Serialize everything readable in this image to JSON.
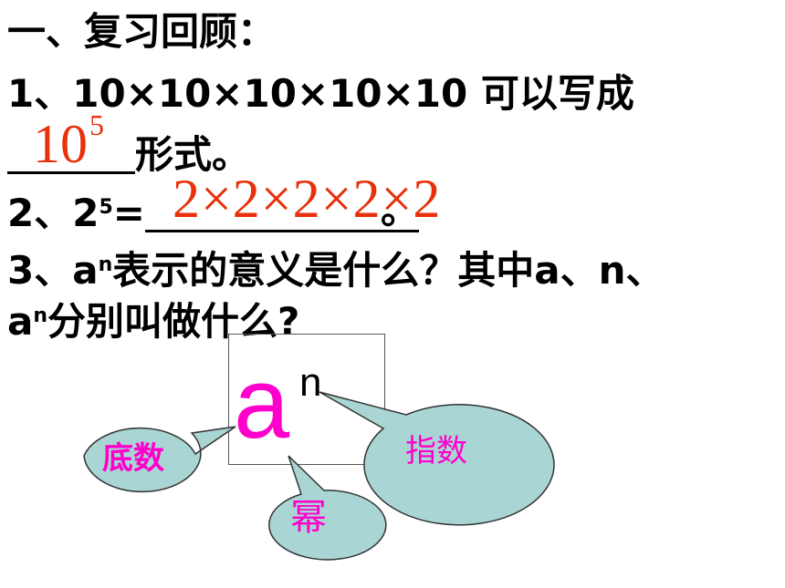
{
  "heading": "一、复习回顾：",
  "q1": {
    "prefix": "1、10×10×10×10×10 可以写成",
    "answer_base": "10",
    "answer_exp": "5",
    "suffix": "形式。"
  },
  "q2": {
    "lhs_base": "2、2",
    "lhs_exp": "5",
    "equals": "=",
    "answer": "2×2×2×2×2",
    "end": "。"
  },
  "q3": {
    "line1_a": "3、a",
    "line1_n": "n",
    "line1_rest": "表示的意义是什么？其中a、n、",
    "line2_a": "a",
    "line2_n": "n",
    "line2_rest": "分别叫做什么?"
  },
  "diagram": {
    "base": "a",
    "exponent": "n",
    "label_base": "底数",
    "label_exponent": "指数",
    "label_power": "幂",
    "bubble_fill": "#a9d6d4",
    "accent": "#ff00cc"
  },
  "colors": {
    "answer": "#e8310a"
  }
}
